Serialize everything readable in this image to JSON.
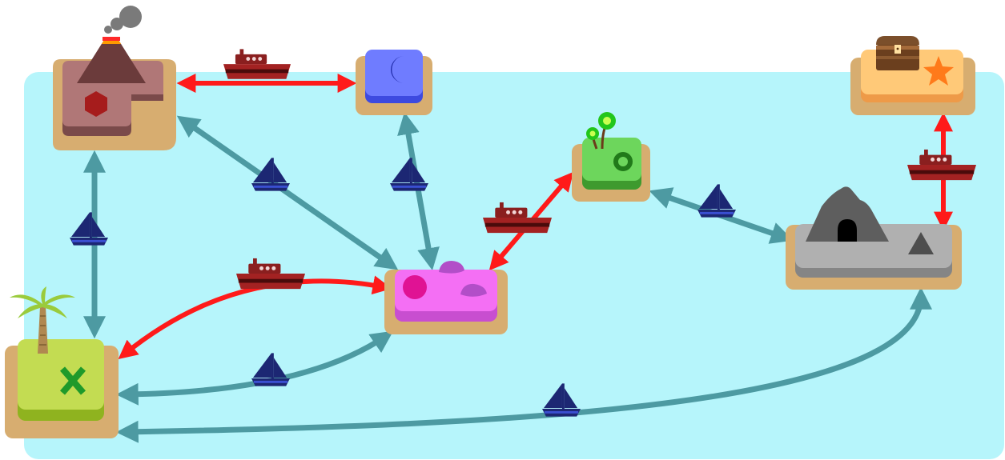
{
  "colors": {
    "sea": "#b6f5fb",
    "sand": "#d7ad70",
    "ferry_route": "#ff1a1a",
    "sail_route": "#4d9aa2",
    "ferry_hull": "#8a1f1f",
    "sail_boat": "#1c2773"
  },
  "islands": [
    {
      "id": "volcano",
      "icon": "volcano-with-hexagon-icon",
      "top_color": "#b07777",
      "side_color": "#7a4a4a",
      "marker": "hexagon",
      "marker_color": "#a61c1c"
    },
    {
      "id": "moon",
      "icon": "crescent-moon-icon",
      "top_color": "#6f7cff",
      "side_color": "#3d4ae0",
      "marker": "crescent",
      "marker_color": "#1f2aa8"
    },
    {
      "id": "garden",
      "icon": "flower-ring-icon",
      "top_color": "#6dd65c",
      "side_color": "#3e9a2e",
      "marker": "ring",
      "marker_color": "#217a1a"
    },
    {
      "id": "treasure",
      "icon": "treasure-chest-star-icon",
      "top_color": "#ffc978",
      "side_color": "#ee9a48",
      "marker": "star",
      "marker_color": "#ff7a1a"
    },
    {
      "id": "cave",
      "icon": "cave-triangle-icon",
      "top_color": "#b0b0b0",
      "side_color": "#858585",
      "marker": "triangle",
      "marker_color": "#4e4e4e"
    },
    {
      "id": "pink",
      "icon": "pink-circle-rocks-icon",
      "top_color": "#f46ff4",
      "side_color": "#c84ed0",
      "marker": "circle",
      "marker_color": "#e01294"
    },
    {
      "id": "palm",
      "icon": "palm-x-icon",
      "top_color": "#c3dc52",
      "side_color": "#8fb31f",
      "marker": "x",
      "marker_color": "#1f9a2a"
    }
  ],
  "routes": [
    {
      "from": "volcano",
      "to": "moon",
      "type": "ferry",
      "direction": "both"
    },
    {
      "from": "volcano",
      "to": "palm",
      "type": "sail",
      "direction": "both"
    },
    {
      "from": "volcano",
      "to": "pink",
      "type": "sail",
      "direction": "both"
    },
    {
      "from": "moon",
      "to": "pink",
      "type": "sail",
      "direction": "both"
    },
    {
      "from": "pink",
      "to": "garden",
      "type": "ferry",
      "direction": "both"
    },
    {
      "from": "garden",
      "to": "cave",
      "type": "sail",
      "direction": "both"
    },
    {
      "from": "treasure",
      "to": "cave",
      "type": "ferry",
      "direction": "both"
    },
    {
      "from": "palm",
      "to": "pink",
      "type": "ferry",
      "direction": "both"
    },
    {
      "from": "palm",
      "to": "pink",
      "type": "sail",
      "direction": "both"
    },
    {
      "from": "palm",
      "to": "cave",
      "type": "sail",
      "direction": "both"
    }
  ]
}
